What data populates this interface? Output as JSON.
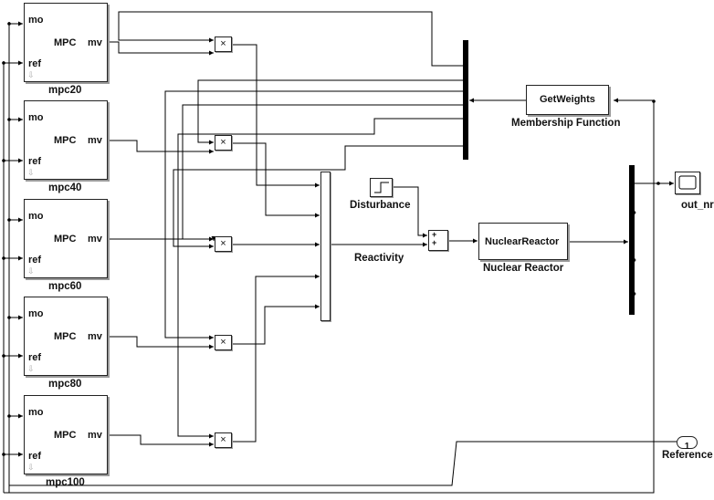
{
  "controllers": [
    {
      "name": "mpc20",
      "center": "MPC",
      "in_mo": "mo",
      "in_ref": "ref",
      "out": "mv"
    },
    {
      "name": "mpc40",
      "center": "MPC",
      "in_mo": "mo",
      "in_ref": "ref",
      "out": "mv"
    },
    {
      "name": "mpc60",
      "center": "MPC",
      "in_mo": "mo",
      "in_ref": "ref",
      "out": "mv"
    },
    {
      "name": "mpc80",
      "center": "MPC",
      "in_mo": "mo",
      "in_ref": "ref",
      "out": "mv"
    },
    {
      "name": "mpc100",
      "center": "MPC",
      "in_mo": "mo",
      "in_ref": "ref",
      "out": "mv"
    }
  ],
  "product_symbol": "×",
  "getweights": {
    "label": "GetWeights",
    "caption": "Membership Function"
  },
  "disturbance": {
    "caption": "Disturbance"
  },
  "sum_signs": [
    "+",
    "+"
  ],
  "reactivity": {
    "caption": "Reactivity"
  },
  "reactor": {
    "label": "NuclearReactor",
    "caption": "Nuclear Reactor"
  },
  "scope": {
    "caption": "out_nr"
  },
  "reference": {
    "number": "1",
    "caption": "Reference"
  }
}
